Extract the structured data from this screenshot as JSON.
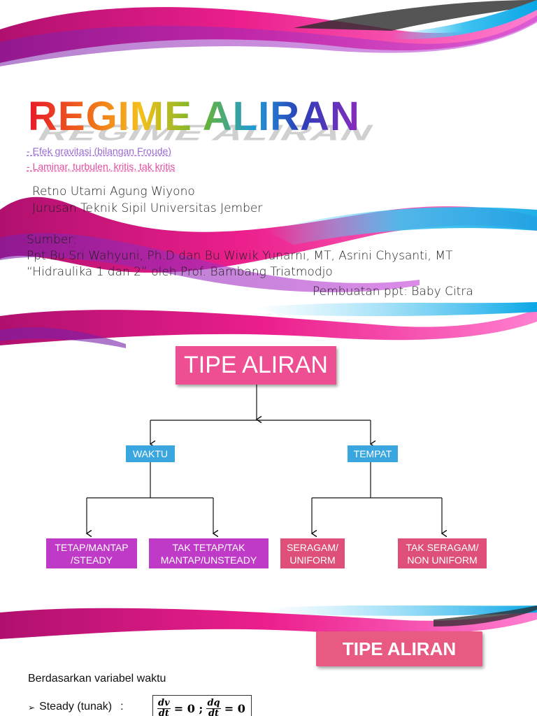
{
  "slide1": {
    "title": "REGIME ALIRAN",
    "subtitles": [
      "- Efek gravitasi (bilangan Froude)",
      "- Laminar, turbulen, kritis, tak kritis"
    ],
    "author": "Retno Utami Agung Wiyono",
    "department": "Jurusan Teknik Sipil Universitas Jember",
    "source_label": "Sumber:",
    "source_line1": "Ppt Bu Sri Wahyuni, Ph.D dan Bu Wiwik Yunarni, MT, Asrini Chysanti, MT",
    "source_line2": "“Hidraulika 1 dan 2” oleh Prof. Bambang Triatmodjo",
    "maker": "Pembuatan ppt: Baby Citra"
  },
  "slide2": {
    "root": "TIPE ALIRAN",
    "branches": [
      {
        "label": "WAKTU",
        "children": [
          "TETAP/MANTAP /STEADY",
          "TAK TETAP/TAK MANTAP/UNSTEADY"
        ]
      },
      {
        "label": "TEMPAT",
        "children": [
          "SERAGAM/ UNIFORM",
          "TAK SERAGAM/ NON UNIFORM"
        ]
      }
    ]
  },
  "slide3": {
    "title": "TIPE ALIRAN",
    "intro": "Berdasarkan variabel waktu",
    "bullet_marker": "➢",
    "bullet_label": "Steady (tunak)",
    "bullet_colon": ":",
    "equation": {
      "f1_num": "dv",
      "f1_den": "dt",
      "f1_rhs": "= 0 ;",
      "f2_num": "dq",
      "f2_den": "dt",
      "f2_rhs": "= 0"
    }
  },
  "colors": {
    "pink": "#ee4f92",
    "blue": "#3aa6e0",
    "purple": "#c03ac8",
    "rose": "#de4f7a"
  }
}
